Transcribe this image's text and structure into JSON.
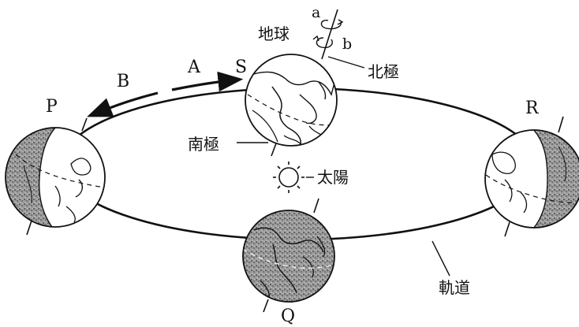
{
  "labels": {
    "earth": "地球",
    "north_pole": "北極",
    "south_pole": "南極",
    "sun": "太陽",
    "orbit": "軌道",
    "point_a": "A",
    "point_b": "B",
    "rotation_a": "a",
    "rotation_b": "b",
    "pos_p": "P",
    "pos_q": "Q",
    "pos_r": "R",
    "pos_s": "S"
  },
  "colors": {
    "ink": "#111111",
    "night_shade": "#8a8a8a",
    "background": "#ffffff"
  }
}
